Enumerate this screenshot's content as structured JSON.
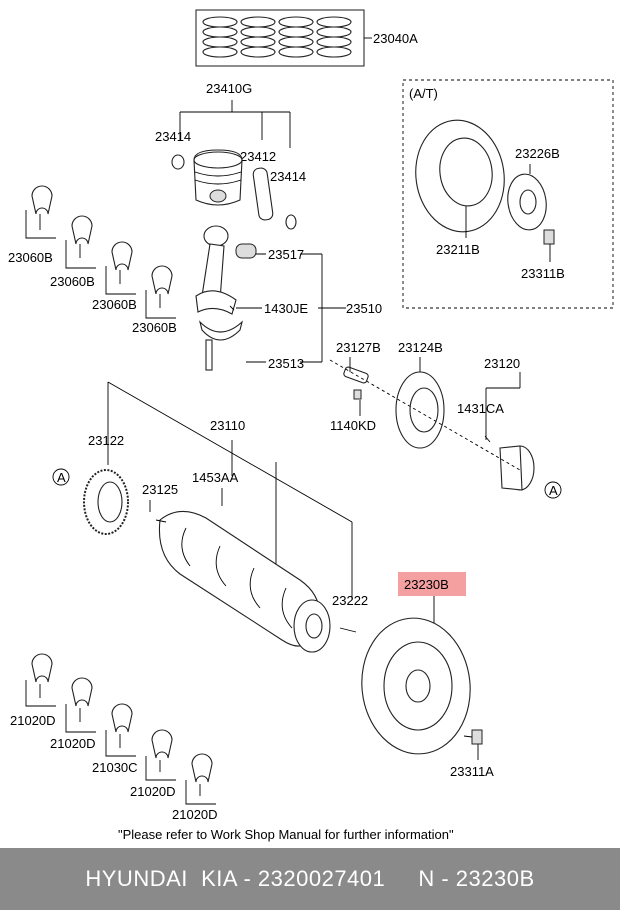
{
  "labels": {
    "l23040A": "23040A",
    "l23410G": "23410G",
    "l23414a": "23414",
    "l23412": "23412",
    "l23414b": "23414",
    "l23060B1": "23060B",
    "l23060B2": "23060B",
    "l23060B3": "23060B",
    "l23060B4": "23060B",
    "l23517": "23517",
    "l1430JE": "1430JE",
    "l23510": "23510",
    "l23513": "23513",
    "at": "(A/T)",
    "l23226B": "23226B",
    "l23211B": "23211B",
    "l23311B": "23311B",
    "l23127B": "23127B",
    "l23124B": "23124B",
    "l23120": "23120",
    "l1431CA": "1431CA",
    "l1140KD": "1140KD",
    "l23122": "23122",
    "l23110": "23110",
    "l1453AA": "1453AA",
    "l23125": "23125",
    "circleA1": "A",
    "circleA2": "A",
    "l23222": "23222",
    "l23230B": "23230B",
    "l23311A": "23311A",
    "l21020D1": "21020D",
    "l21020D2": "21020D",
    "l21030C": "21030C",
    "l21020D3": "21020D",
    "l21020D4": "21020D"
  },
  "note": "\"Please refer to Work Shop Manual for further information\"",
  "footer": "HYUNDAI  KIA - 2320027401     N - 23230B",
  "colors": {
    "highlight": "#f4a0a0",
    "footer_bg": "#8a8a8a"
  }
}
